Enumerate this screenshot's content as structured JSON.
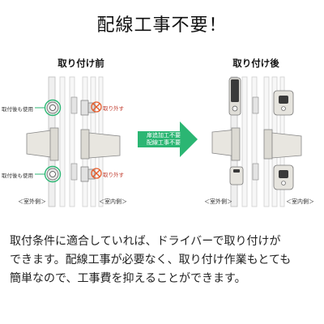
{
  "title": "配線工事不要！",
  "before": {
    "label": "取り付け前",
    "note_top": "取付後も使用",
    "note_bottom": "取付後も使用",
    "remove_top": "取り外す",
    "remove_bottom": "取り外す",
    "outside_caption": "＜室外側＞",
    "inside_caption": "＜室内側＞"
  },
  "after": {
    "label": "取り付け後",
    "outside_caption": "＜室外側＞",
    "inside_caption": "＜室内側＞"
  },
  "arrow": {
    "line1": "扉追加工不要",
    "line2": "配線工事不要"
  },
  "body": {
    "line1": "取付条件に適合していれば、ドライバーで取り付けが",
    "line2": "できます。配線工事が必要なく、取り付け作業もとても",
    "line3": "簡単なので、工事費を抑えることができます。"
  },
  "colors": {
    "arrow": "#2bb673",
    "remove": "#e85c2a",
    "frame": "#c9c9c9",
    "device_dark": "#3a3a3a"
  }
}
